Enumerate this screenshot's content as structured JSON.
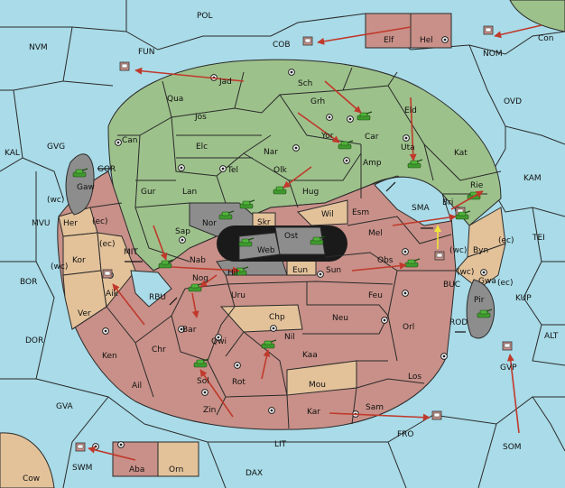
{
  "colors": {
    "sea": "#a9dbe8",
    "green": "#9dc18b",
    "brown": "#c89088",
    "tan": "#e3c29a",
    "grey": "#8d8d8d",
    "arrow": "#c0392b",
    "arrow_support": "#f0e63a",
    "unit": "#3f9a2e"
  },
  "labels": {
    "POL": "POL",
    "NVM": "NVM",
    "FUN": "FUN",
    "COB": "COB",
    "Elf": "Elf",
    "Hel": "Hel",
    "NOM": "NOM",
    "Con": "Con",
    "OVD": "OVD",
    "KAL": "KAL",
    "GVG": "GVG",
    "GOR": "GOR",
    "Gaw": "Gaw",
    "wc1": "(wc)",
    "Her": "Her",
    "ec1": "(ec)",
    "MVU": "MVU",
    "MIT": "MIT",
    "ec2": "(ec)",
    "Kor": "Kor",
    "wc2": "(wc)",
    "BOR": "BOR",
    "Aik": "Aik",
    "Ver": "Ver",
    "RBU": "RBU",
    "DOR": "DOR",
    "Ken": "Ken",
    "Ail": "Ail",
    "GVA": "GVA",
    "Zin": "Zin",
    "LIT": "LIT",
    "SWM": "SWM",
    "Aba": "Aba",
    "Orn": "Orn",
    "Cow": "Cow",
    "DAX": "DAX",
    "Jad": "Jad",
    "Sch": "Sch",
    "Qua": "Qua",
    "Grh": "Grh",
    "Eld": "Eld",
    "Jos": "Jos",
    "Can": "Can",
    "Car": "Car",
    "Yor": "Yor",
    "Uta": "Uta",
    "Elc": "Elc",
    "Nar": "Nar",
    "Amp": "Amp",
    "Kat": "Kat",
    "KAM": "KAM",
    "Tel": "Tel",
    "Olk": "Olk",
    "Gur": "Gur",
    "Lan": "Lan",
    "Hug": "Hug",
    "Bri": "Bri",
    "Rie": "Rie",
    "SMA": "SMA",
    "Esm": "Esm",
    "Wil": "Wil",
    "Nor": "Nor",
    "Skr": "Skr",
    "Ost": "Ost",
    "Web": "Web",
    "Mel": "Mel",
    "wc3": "(wc)",
    "Byn": "Byn",
    "ec3": "(ec)",
    "TEI": "TEI",
    "Sap": "Sap",
    "Nab": "Nab",
    "Hil": "Hil",
    "Eun": "Eun",
    "Sun": "Sun",
    "Obs": "Obs",
    "wc4": "(wc)",
    "Gwa": "Gwa",
    "ec4": "(ec)",
    "KUP": "KUP",
    "BUC": "BUC",
    "Nog": "Nog",
    "Uru": "Uru",
    "Feu": "Feu",
    "Pir": "Pir",
    "Chp": "Chp",
    "Neu": "Neu",
    "Orl": "Orl",
    "Bar": "Bar",
    "Qwi": "Qwi",
    "Nil": "Nil",
    "ROD": "ROD",
    "ALT": "ALT",
    "Kaa": "Kaa",
    "GVP": "GVP",
    "Sol": "Sol",
    "Rot": "Rot",
    "Mou": "Mou",
    "Los": "Los",
    "Kar": "Kar",
    "Sam": "Sam",
    "FRO": "FRO",
    "SOM": "SOM"
  }
}
